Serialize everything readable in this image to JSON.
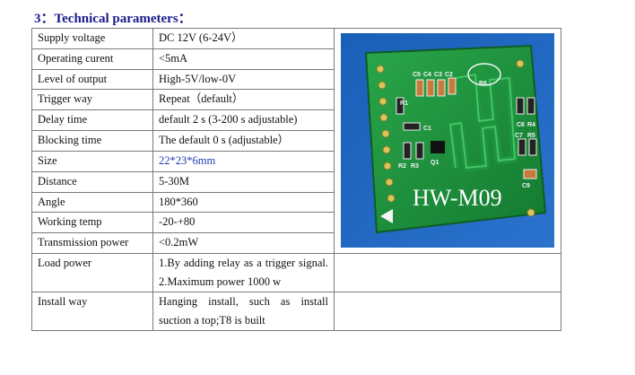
{
  "heading": "3：Technical parameters：",
  "rows": [
    {
      "label": "Supply voltage",
      "value": "DC 12V (6-24V）"
    },
    {
      "label": "Operating curent",
      "value": "<5mA"
    },
    {
      "label": "Level of output",
      "value": "High-5V/low-0V"
    },
    {
      "label": "Trigger way",
      "value": "Repeat（default）"
    },
    {
      "label": "Delay time",
      "value": "default 2 s (3-200 s adjustable)"
    },
    {
      "label": "Blocking time",
      "value": "The default 0 s (adjustable）"
    },
    {
      "label": "Size",
      "value": "22*23*6mm"
    },
    {
      "label": "Distance",
      "value": "5-30M"
    },
    {
      "label": "Angle",
      "value": "180*360"
    },
    {
      "label": "Working temp",
      "value": "-20-+80"
    },
    {
      "label": "Transmission power",
      "value": "<0.2mW"
    },
    {
      "label": "Load power",
      "value": "1.By adding relay as a trigger signal. 2.Maximum power 1000 w"
    },
    {
      "label": "Install way",
      "value": "Hanging install, such as install suction a top;T8 is built"
    }
  ],
  "colors": {
    "heading": "#1a1a8c",
    "size_value": "#1f3bb3",
    "board": "#1d8a3a"
  },
  "image": {
    "board_label": "HW-M09",
    "silkscreen": [
      "C5",
      "C4",
      "C3",
      "C2",
      "R6",
      "R1",
      "C1",
      "C6",
      "R4",
      "C7",
      "R5",
      "R2",
      "R3",
      "Q1",
      "C9"
    ]
  }
}
